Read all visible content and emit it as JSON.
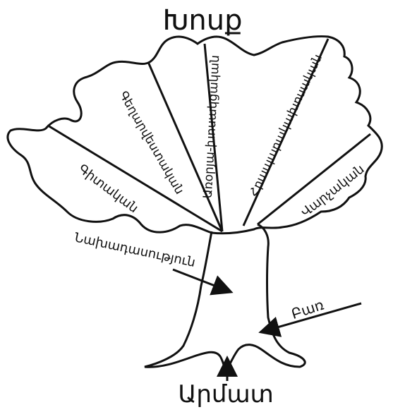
{
  "title": "Խոսք",
  "branches": [
    "Գիտական",
    "Գեղարվեստական",
    "Առօրյա-խոսակցական",
    "Հրապարակախոսական",
    "Վարչական"
  ],
  "labels": {
    "basis": "Նախադասություն",
    "word": "Բառ",
    "root": "Արմատ"
  },
  "colors": {
    "ink": "#111111",
    "background": "#ffffff"
  }
}
